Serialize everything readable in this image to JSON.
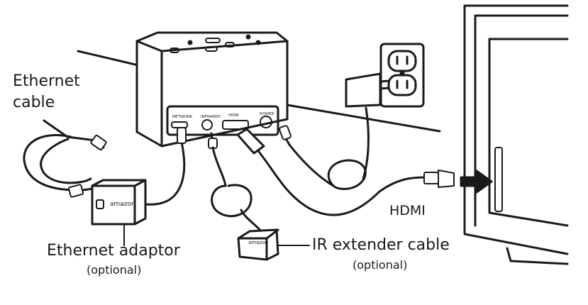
{
  "labels": {
    "ethernet_cable": [
      "Ethernet",
      "cable"
    ],
    "hdmi": "HDMI",
    "ethernet_adaptor": "Ethernet adaptor",
    "ethernet_adaptor_note": "(optional)",
    "ir_extender": "IR extender cable",
    "ir_extender_note": "(optional)"
  },
  "ports": {
    "network": "NETWORK",
    "infrared": "INFRARED",
    "hdmi": "HDMI",
    "power": "POWER"
  },
  "brand": {
    "adaptor": "amazon",
    "ir_box": "amazon"
  }
}
